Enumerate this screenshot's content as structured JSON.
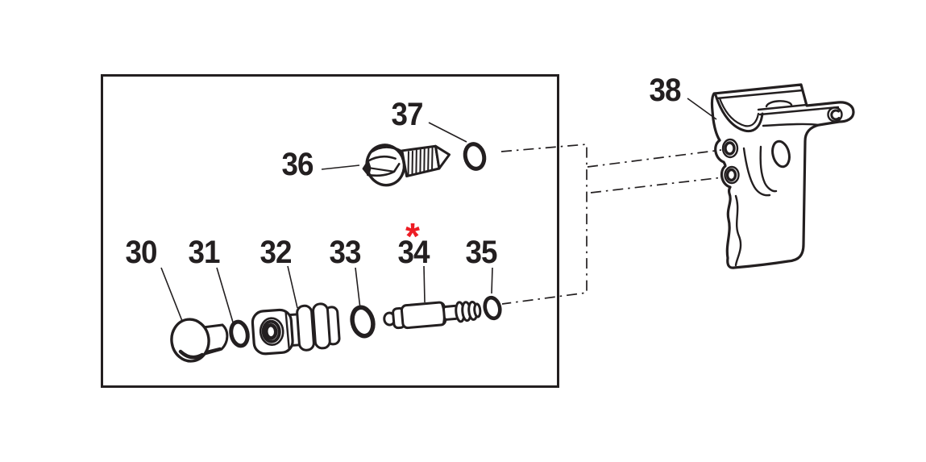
{
  "diagram": {
    "background_color": "#ffffff",
    "ink_color": "#231f20",
    "marker_color": "#ed1c24",
    "part_labels": {
      "p30": "30",
      "p31": "31",
      "p32": "32",
      "p33": "33",
      "p34": "34",
      "p35": "35",
      "p36": "36",
      "p37": "37",
      "p38": "38"
    },
    "footnote_marker": "*"
  }
}
